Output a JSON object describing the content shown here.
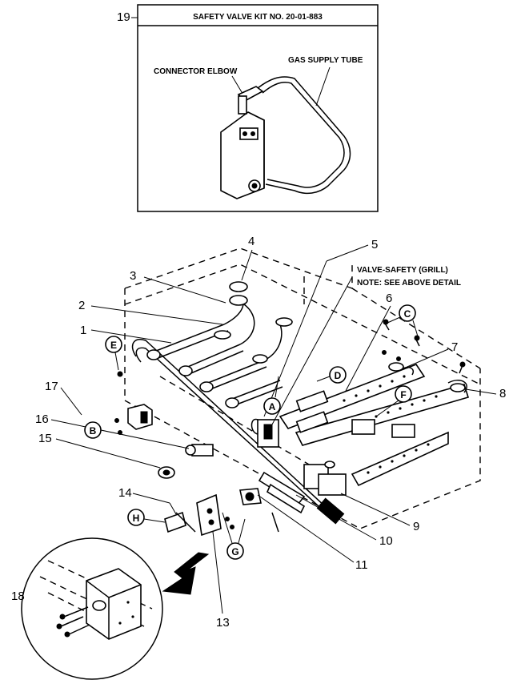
{
  "detail_box": {
    "title": "SAFETY VALVE KIT NO. 20-01-883",
    "labels": {
      "connector_elbow": "CONNECTOR ELBOW",
      "gas_supply_tube": "GAS SUPPLY TUBE"
    }
  },
  "callouts": {
    "valve_safety": "VALVE-SAFETY (GRILL)",
    "note": "NOTE: SEE ABOVE DETAIL"
  },
  "part_numbers": {
    "n1": "1",
    "n2": "2",
    "n3": "3",
    "n4": "4",
    "n5": "5",
    "n6": "6",
    "n7": "7",
    "n8": "8",
    "n9": "9",
    "n10": "10",
    "n11": "11",
    "n13": "13",
    "n14": "14",
    "n15": "15",
    "n16": "16",
    "n17": "17",
    "n18": "18",
    "n19": "19"
  },
  "circle_letters": {
    "a": "A",
    "b": "B",
    "c": "C",
    "d": "D",
    "e": "E",
    "f": "F",
    "g": "G",
    "h": "H"
  }
}
